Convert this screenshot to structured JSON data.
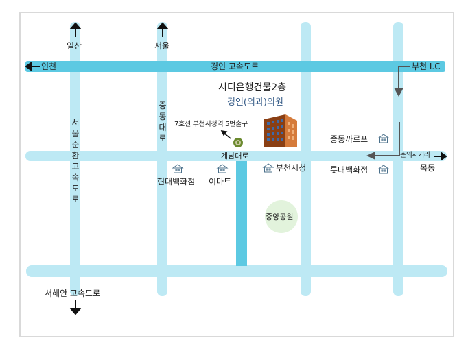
{
  "colors": {
    "road": "#bde9f4",
    "highway": "#5cc9e2",
    "route_arrow": "#555555",
    "park": "#e2f3dc",
    "building": "#c9672a",
    "marker": "#6b8a2f"
  },
  "destinations": {
    "ilsan": "일산",
    "seoul": "서울",
    "incheon": "인천",
    "bucheon_ic": "부천 I.C",
    "seohaean": "서해안 고속도로",
    "mokdong": "목동"
  },
  "roads": {
    "gyeongin_expressway": "경인 고속도로",
    "gyenam_daero": "계남대로",
    "jungdong_daero": "중동대로",
    "seoul_ring_expressway": "서울순환고속도로",
    "chunui_intersection": "춘의사거리"
  },
  "target": {
    "building_name": "시티은행건물2층",
    "clinic_name": "경인(외과)의원"
  },
  "subway": {
    "label": "7호선 부천시청역 5번출구"
  },
  "landmarks": {
    "hyundai": "현대백화점",
    "emart": "이마트",
    "bucheon_cityhall": "부천시청",
    "central_park": "중앙공원",
    "jungdong_carrefour": "중동까르프",
    "lotte": "롯대백화점"
  },
  "icons": {
    "building": "building-icon",
    "store": "store-icon",
    "subway": "subway-marker-icon",
    "arrow": "arrow-icon"
  }
}
